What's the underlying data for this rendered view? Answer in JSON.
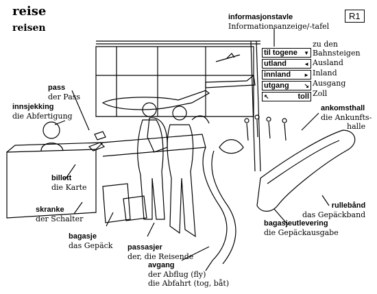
{
  "header": {
    "title_no": "reise",
    "title_de": "reisen",
    "code": "R1"
  },
  "labels": {
    "informasjonstavle": {
      "no": "informasjonstavle",
      "de": "Informationsanzeige/-tafel"
    },
    "pass": {
      "no": "pass",
      "de": "der Pass"
    },
    "innsjekking": {
      "no": "innsjekking",
      "de": "die Abfertigung"
    },
    "billett": {
      "no": "billett",
      "de": "die Karte"
    },
    "skranke": {
      "no": "skranke",
      "de": "der Schalter"
    },
    "bagasje": {
      "no": "bagasje",
      "de": "das Gepäck"
    },
    "passasjer": {
      "no": "passasjer",
      "de": "der, die Reisende"
    },
    "avgang": {
      "no": "avgang",
      "de1": "der Abflug (fly)",
      "de2": "die Abfahrt (tog, båt)"
    },
    "ankomsthall": {
      "no": "ankomsthall",
      "de1": "die Ankunfts-",
      "de2": "halle"
    },
    "rullebaand": {
      "no": "rullebånd",
      "de": "das Gepäckband"
    },
    "bagasjeutlevering": {
      "no": "bagasjeutlevering",
      "de": "die Gepäckausgabe"
    }
  },
  "signboard": {
    "rows": [
      {
        "no": "til togene",
        "arrow": "▼",
        "de": "zu den Bahnsteigen"
      },
      {
        "no": "utland",
        "arrow": "◄",
        "de": "Ausland"
      },
      {
        "no": "innland",
        "arrow": "►",
        "de": "Inland"
      },
      {
        "no": "utgang",
        "arrow": "↘",
        "de": "Ausgang"
      },
      {
        "no": "toll",
        "arrow": "↖",
        "de": "Zoll"
      }
    ]
  }
}
